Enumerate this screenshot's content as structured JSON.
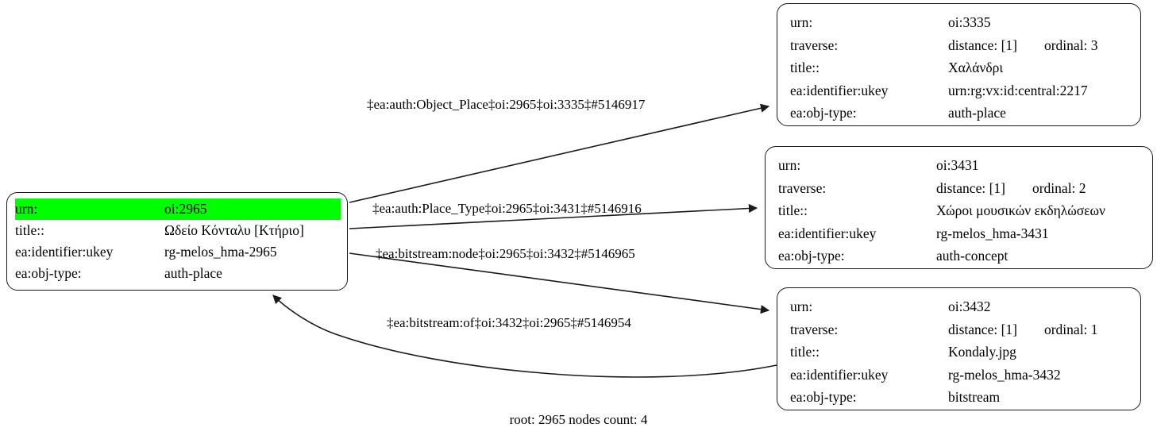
{
  "graph": {
    "footer": "root: 2965 nodes count: 4",
    "highlight_color": "#00ff00",
    "edge_color": "#1a1a1a",
    "node_border_color": "#1a1a1a",
    "background_color": "#ffffff"
  },
  "nodes": {
    "root": {
      "id": "oi:2965",
      "rows": [
        {
          "key": "urn:",
          "value": "oi:2965",
          "highlight": true
        },
        {
          "key": "title::",
          "value": "Ωδείο Κόνταλυ [Κτήριο]",
          "highlight": false
        },
        {
          "key": "ea:identifier:ukey",
          "value": "rg-melos_hma-2965",
          "highlight": false
        },
        {
          "key": "ea:obj-type:",
          "value": "auth-place",
          "highlight": false
        }
      ]
    },
    "n3335": {
      "id": "oi:3335",
      "rows": [
        {
          "key": "urn:",
          "value": "oi:3335"
        },
        {
          "key": "traverse:",
          "value": "distance: [1]",
          "value2": "ordinal: 3"
        },
        {
          "key": "title::",
          "value": "Χαλάνδρι"
        },
        {
          "key": "ea:identifier:ukey",
          "value": "urn:rg:vx:id:central:2217"
        },
        {
          "key": "ea:obj-type:",
          "value": "auth-place"
        }
      ]
    },
    "n3431": {
      "id": "oi:3431",
      "rows": [
        {
          "key": "urn:",
          "value": "oi:3431"
        },
        {
          "key": "traverse:",
          "value": "distance: [1]",
          "value2": "ordinal: 2"
        },
        {
          "key": "title::",
          "value": "Χώροι μουσικών εκδηλώσεων"
        },
        {
          "key": "ea:identifier:ukey",
          "value": "rg-melos_hma-3431"
        },
        {
          "key": "ea:obj-type:",
          "value": "auth-concept"
        }
      ]
    },
    "n3432": {
      "id": "oi:3432",
      "rows": [
        {
          "key": "urn:",
          "value": "oi:3432"
        },
        {
          "key": "traverse:",
          "value": "distance: [1]",
          "value2": "ordinal: 1"
        },
        {
          "key": "title::",
          "value": "Kondaly.jpg"
        },
        {
          "key": "ea:identifier:ukey",
          "value": "rg-melos_hma-3432"
        },
        {
          "key": "ea:obj-type:",
          "value": "bitstream"
        }
      ]
    }
  },
  "edges": [
    {
      "label": "‡ea:auth:Object_Place‡oi:2965‡oi:3335‡#5146917",
      "from": "oi:2965",
      "to": "oi:3335"
    },
    {
      "label": "‡ea:auth:Place_Type‡oi:2965‡oi:3431‡#5146916",
      "from": "oi:2965",
      "to": "oi:3431"
    },
    {
      "label": "‡ea:bitstream:node‡oi:2965‡oi:3432‡#5146965",
      "from": "oi:2965",
      "to": "oi:3432"
    },
    {
      "label": "‡ea:bitstream:of‡oi:3432‡oi:2965‡#5146954",
      "from": "oi:3432",
      "to": "oi:2965"
    }
  ]
}
